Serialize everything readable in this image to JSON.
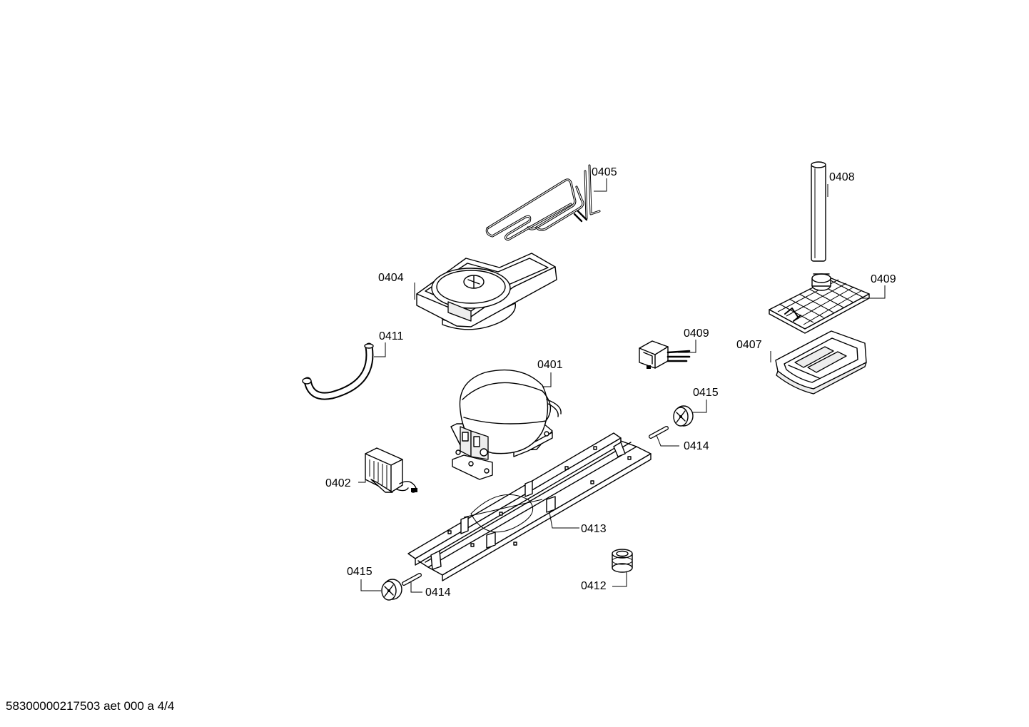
{
  "diagram": {
    "callouts": [
      {
        "id": "0405",
        "label": "0405"
      },
      {
        "id": "0408",
        "label": "0408"
      },
      {
        "id": "0404",
        "label": "0404"
      },
      {
        "id": "0409a",
        "label": "0409"
      },
      {
        "id": "0411",
        "label": "0411"
      },
      {
        "id": "0409b",
        "label": "0409"
      },
      {
        "id": "0407",
        "label": "0407"
      },
      {
        "id": "0401",
        "label": "0401"
      },
      {
        "id": "0415a",
        "label": "0415"
      },
      {
        "id": "0414a",
        "label": "0414"
      },
      {
        "id": "0402",
        "label": "0402"
      },
      {
        "id": "0413",
        "label": "0413"
      },
      {
        "id": "0415b",
        "label": "0415"
      },
      {
        "id": "0414b",
        "label": "0414"
      },
      {
        "id": "0412",
        "label": "0412"
      }
    ]
  },
  "footer": {
    "document_code": "58300000217503 aet 000 a 4/4"
  }
}
